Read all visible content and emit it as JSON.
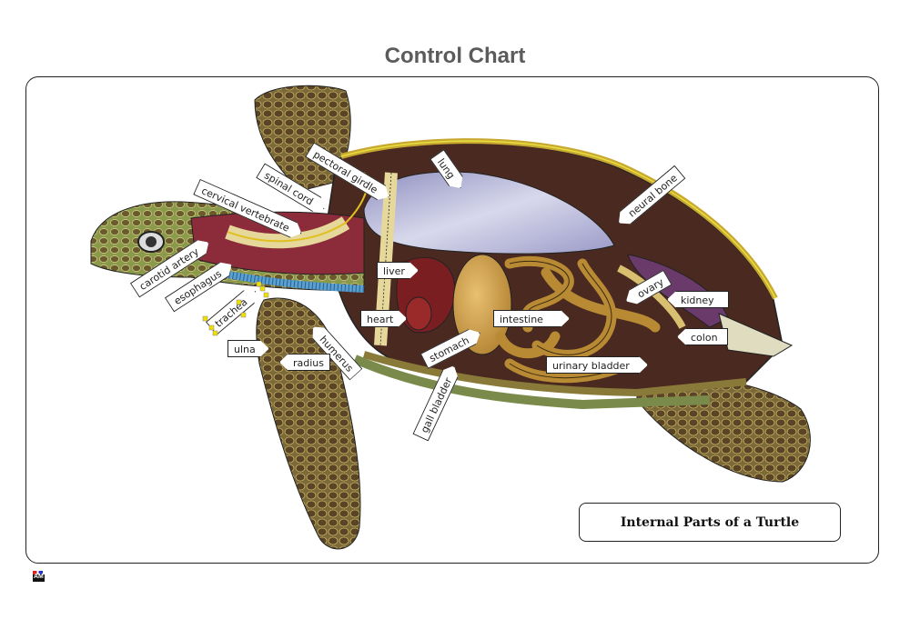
{
  "header": {
    "title": "Control Chart"
  },
  "diagram": {
    "subject": "turtle-anatomy-cutaway",
    "caption": "Internal Parts of a Turtle",
    "labels": [
      {
        "id": "pectoral-girdle",
        "text": "pectoral girdle"
      },
      {
        "id": "lung",
        "text": "lung"
      },
      {
        "id": "spinal-cord",
        "text": "spinal cord"
      },
      {
        "id": "cervical-vertebrate",
        "text": "cervical vertebrate"
      },
      {
        "id": "neural-bone",
        "text": "neural bone"
      },
      {
        "id": "carotid-artery",
        "text": "carotid artery"
      },
      {
        "id": "esophagus",
        "text": "esophagus"
      },
      {
        "id": "trachea",
        "text": "trachea"
      },
      {
        "id": "liver",
        "text": "liver"
      },
      {
        "id": "heart",
        "text": "heart"
      },
      {
        "id": "intestine",
        "text": "intestine"
      },
      {
        "id": "stomach",
        "text": "stomach"
      },
      {
        "id": "humerus",
        "text": "humerus"
      },
      {
        "id": "ulna",
        "text": "ulna"
      },
      {
        "id": "radius",
        "text": "radius"
      },
      {
        "id": "gall-bladder",
        "text": "gall bladder"
      },
      {
        "id": "ovary",
        "text": "ovary"
      },
      {
        "id": "kidney",
        "text": "kidney"
      },
      {
        "id": "colon",
        "text": "colon"
      },
      {
        "id": "urinary-bladder",
        "text": "urinary bladder"
      }
    ]
  },
  "footer": {
    "logo_text": "AM"
  },
  "colors": {
    "title": "#5b5b5b",
    "shell": "#8a7a3a",
    "skin": "#6f7a3c",
    "lung": "#b8b8d8",
    "muscle": "#8c2c3a",
    "intestine": "#c99a3c",
    "liver": "#7a1e22",
    "bone": "#e6d79a",
    "trachea": "#5aa0d0"
  }
}
